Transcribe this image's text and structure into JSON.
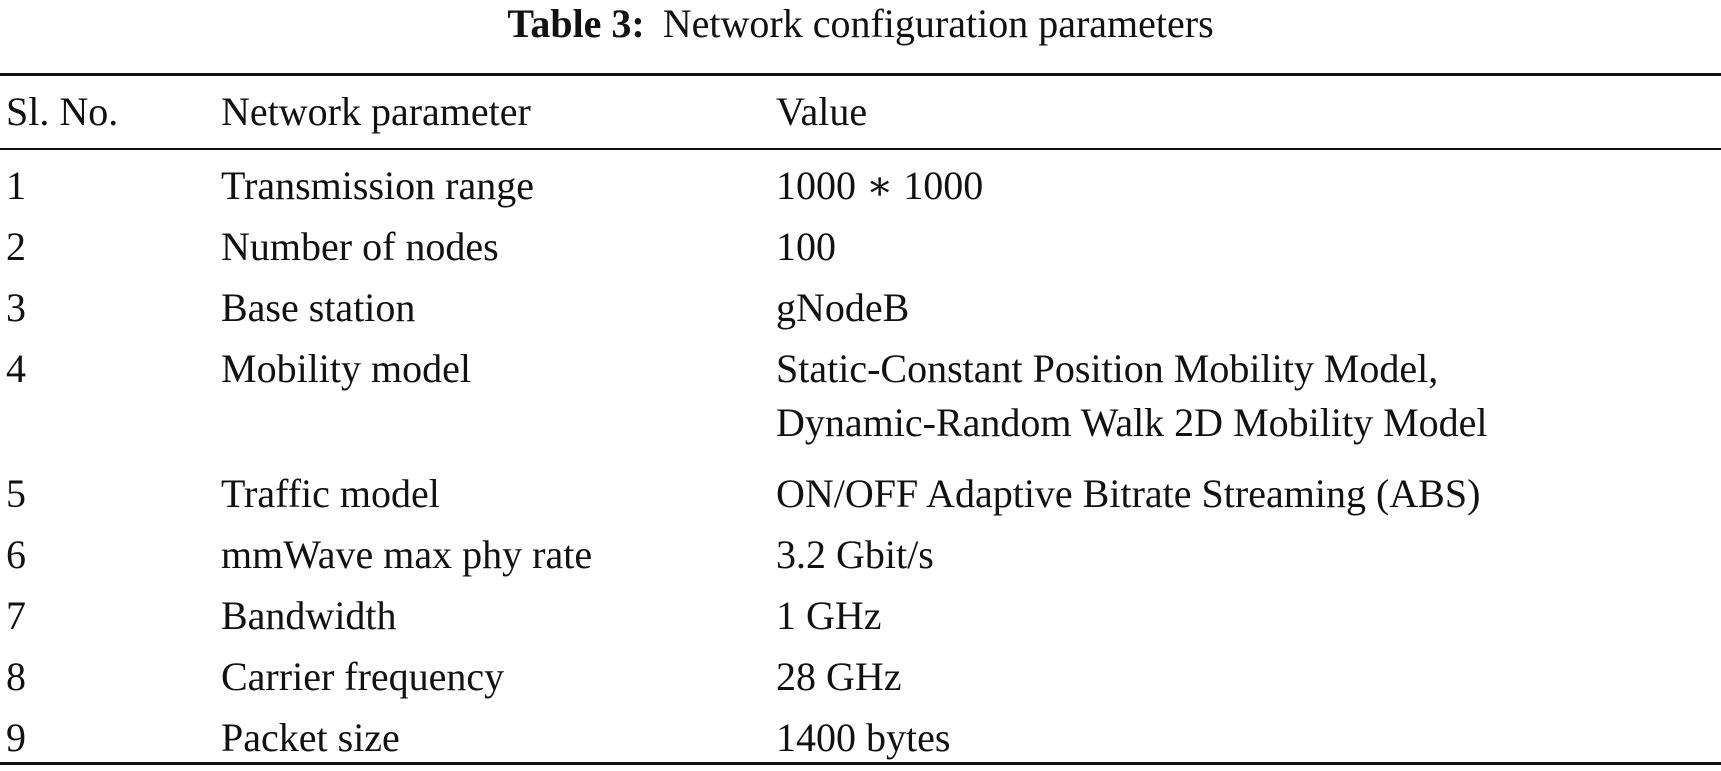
{
  "caption": {
    "label": "Table 3:",
    "title": "Network configuration parameters"
  },
  "table": {
    "headers": [
      "Sl. No.",
      "Network parameter",
      "Value"
    ],
    "rows": [
      {
        "no": "1",
        "parameter": "Transmission range",
        "value": [
          "1000 ∗ 1000"
        ]
      },
      {
        "no": "2",
        "parameter": "Number of nodes",
        "value": [
          "100"
        ]
      },
      {
        "no": "3",
        "parameter": "Base station",
        "value": [
          "gNodeB"
        ]
      },
      {
        "no": "4",
        "parameter": "Mobility model",
        "value": [
          "Static-Constant Position Mobility Model,",
          "Dynamic-Random Walk 2D Mobility Model"
        ]
      },
      {
        "no": "5",
        "parameter": "Traffic model",
        "value": [
          "ON/OFF Adaptive Bitrate Streaming (ABS)"
        ]
      },
      {
        "no": "6",
        "parameter": "mmWave max phy rate",
        "value": [
          "3.2 Gbit/s"
        ]
      },
      {
        "no": "7",
        "parameter": "Bandwidth",
        "value": [
          "1 GHz"
        ]
      },
      {
        "no": "8",
        "parameter": "Carrier frequency",
        "value": [
          "28 GHz"
        ]
      },
      {
        "no": "9",
        "parameter": "Packet size",
        "value": [
          "1400 bytes"
        ]
      }
    ]
  }
}
